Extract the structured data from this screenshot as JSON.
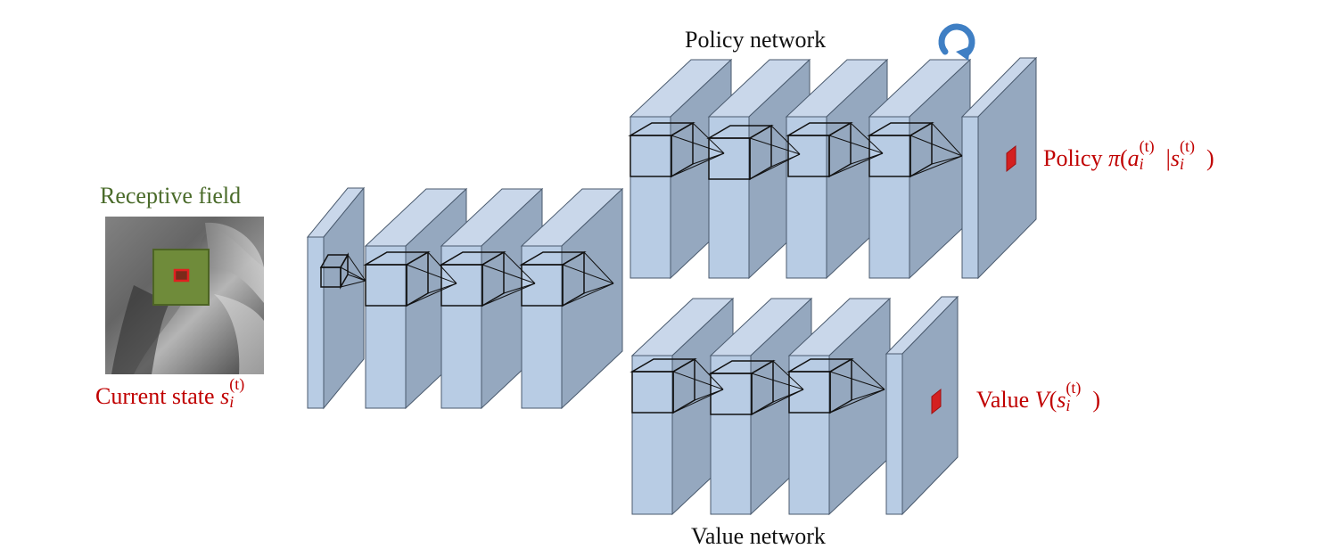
{
  "labels": {
    "receptive_field": "Receptive field",
    "current_state": "Current state",
    "policy_network": "Policy network",
    "value_network": "Value network",
    "policy_output": "Policy",
    "value_output": "Value",
    "state_symbol": "s",
    "action_symbol": "a",
    "pi_symbol": "π",
    "value_symbol": "V",
    "sub_i": "i",
    "sup_t": "(t)"
  },
  "colors": {
    "layer_front": "#b8cce4",
    "layer_top": "#c9d7ea",
    "layer_side": "#95a8bf",
    "layer_stroke": "#4a5a6e",
    "receptive_field": "#6f8b3a",
    "highlight_red": "#e02020",
    "label_red": "#c00000",
    "label_green": "#4a6b2a",
    "recurrent_arrow": "#3f7fc4"
  },
  "icons": {
    "recurrent": "circular-arrow-icon",
    "input_image": "grayscale-photo"
  }
}
